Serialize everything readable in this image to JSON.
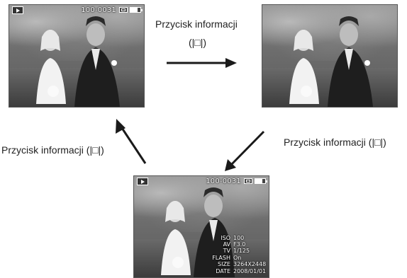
{
  "screens": {
    "osd": {
      "file_number": "100-0031",
      "icons": [
        "play-icon",
        "memory-card-icon",
        "battery-icon"
      ]
    },
    "info": [
      {
        "key": "ISO",
        "value": "100"
      },
      {
        "key": "AV",
        "value": "F3.0"
      },
      {
        "key": "TV",
        "value": "1/125"
      },
      {
        "key": "FLASH",
        "value": "On"
      },
      {
        "key": "SIZE",
        "value": "3264X2448"
      },
      {
        "key": "DATE",
        "value": "2008/01/01"
      }
    ]
  },
  "captions": {
    "top": "Przycisk informacji\n(|□|)",
    "top_line1": "Przycisk informacji",
    "top_line2": "(|□|)",
    "right": "Przycisk informacji (|□|)",
    "left": "Przycisk informacji (|□|)"
  },
  "colors": {
    "arrow": "#1a1a1a",
    "text": "#222222",
    "osd_text": "#ffffff"
  }
}
